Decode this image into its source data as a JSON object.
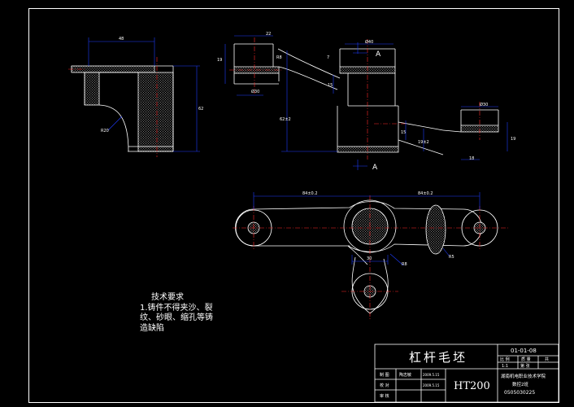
{
  "technical_requirements": {
    "title": "技术要求",
    "lines": [
      "1.铸件不得夹沙、裂",
      "纹、砂眼、缩孔等铸",
      "造缺陷"
    ]
  },
  "dimensions": {
    "width_48": "48",
    "height_62": "62",
    "radius_20": "R20",
    "height_19_left": "19",
    "width_22": "22",
    "dia_40": "Ø40",
    "dia_30": "Ø30",
    "r_8": "R8",
    "angle_7": "7",
    "angle_15": "15",
    "tol_62": "62±2",
    "dim_15": "15",
    "dim_19_5": "19±2",
    "dia_30_right": "Ø30",
    "height_19_right": "19",
    "dim_18": "18",
    "section_label_top": "A",
    "section_label_bottom": "A",
    "span_left": "84±0.2",
    "span_right": "84±0.2",
    "dim_30": "30",
    "r_8_bottom": "R8",
    "r_5": "R5"
  },
  "title_block": {
    "part_name": "杠杆毛坯",
    "drawing_no": "01-01-08",
    "material": "HT200",
    "header_cells": [
      "比 例",
      "质 量",
      "共"
    ],
    "scale": "1:1",
    "sheet": "第 张",
    "row_labels": [
      "制 图",
      "校 对",
      "审 核"
    ],
    "designer": "陶志敏",
    "date1": "2009.5.15",
    "date2": "2009.5.15",
    "school": "湖南机电职业技术学院",
    "class_info": "数控2班",
    "student_no": "0505030225"
  },
  "colors": {
    "background": "#000000",
    "outline": "#ffffff",
    "dimension": "#1e3cff",
    "centerline": "#ff2a2a",
    "hatch_dot": "#ffffff"
  }
}
